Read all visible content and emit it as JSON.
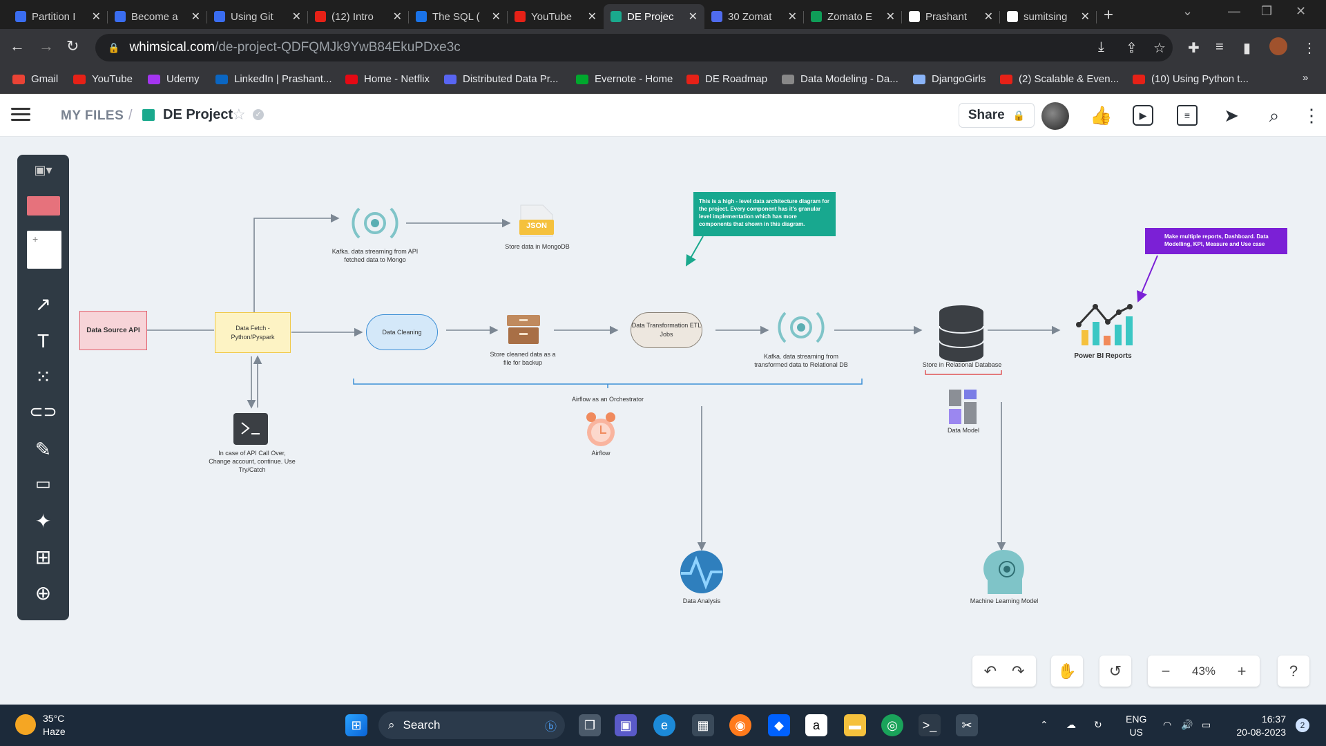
{
  "browser": {
    "tabs": [
      {
        "title": "Partition I",
        "color": "#3a6df0"
      },
      {
        "title": "Become a",
        "color": "#3a6df0"
      },
      {
        "title": "Using Git",
        "color": "#3a6df0"
      },
      {
        "title": "(12) Intro",
        "color": "#e62117"
      },
      {
        "title": "The SQL (",
        "color": "#1a73e8"
      },
      {
        "title": "YouTube",
        "color": "#e62117"
      },
      {
        "title": "DE Projec",
        "color": "#1aa98d"
      },
      {
        "title": "30 Zomat",
        "color": "#4f6bed"
      },
      {
        "title": "Zomato E",
        "color": "#0f9d58"
      },
      {
        "title": "Prashant",
        "color": "#ffffff"
      },
      {
        "title": "sumitsing",
        "color": "#ffffff"
      }
    ],
    "url_host": "whimsical.com",
    "url_path": "/de-project-QDFQMJk9YwB84EkuPDxe3c",
    "bookmarks": [
      {
        "label": "Gmail",
        "color": "#ea4335"
      },
      {
        "label": "YouTube",
        "color": "#e62117"
      },
      {
        "label": "Udemy",
        "color": "#a435f0"
      },
      {
        "label": "LinkedIn | Prashant...",
        "color": "#0a66c2"
      },
      {
        "label": "Home - Netflix",
        "color": "#e50914"
      },
      {
        "label": "Distributed Data Pr...",
        "color": "#5865f2"
      },
      {
        "label": "Evernote - Home",
        "color": "#00a82d"
      },
      {
        "label": "DE Roadmap",
        "color": "#e62117"
      },
      {
        "label": "Data Modeling - Da...",
        "color": "#888888"
      },
      {
        "label": "DjangoGirls",
        "color": "#8ab4f8"
      },
      {
        "label": "(2) Scalable & Even...",
        "color": "#e62117"
      },
      {
        "label": "(10) Using Python t...",
        "color": "#e62117"
      }
    ]
  },
  "app": {
    "crumb_root": "MY FILES",
    "crumb_sep": "/",
    "doc_title": "DE Project",
    "share_label": "Share",
    "zoom": "43%"
  },
  "diagram": {
    "data_source": "Data Source API",
    "data_fetch": "Data Fetch - Python/Pyspark",
    "data_cleaning": "Data Cleaning",
    "transformation": "Data Transformation ETL Jobs",
    "kafka_top": "Kafka. data streaming from API fetched data to Mongo",
    "json_badge": "JSON",
    "mongo_store": "Store data in MongoDB",
    "backup": "Store cleaned data as a file for backup",
    "kafka_mid": "Kafka. data streaming from transformed data to Relational DB",
    "relational_db": "Store in Relational Database",
    "powerbi": "Power BI Reports",
    "orchestrator": "Airflow as an Orchestrator",
    "airflow": "Airflow",
    "api_fallback": "In case of API Call Over, Change account, continue. Use Try/Catch",
    "data_model": "Data Model",
    "data_analysis": "Data Analysis",
    "ml_model": "Machine Learning Model",
    "note_teal": "This is a high - level data architecture diagram for the project. Every component has it's granular level implementation which has more components that shown in this diagram.",
    "note_purple": "Make multiple reports, Dashboard. Data Modelling, KPI, Measure and Use case"
  },
  "taskbar": {
    "temperature": "35°C",
    "weather": "Haze",
    "search": "Search",
    "lang1": "ENG",
    "lang2": "US",
    "time": "16:37",
    "date": "20-08-2023",
    "badge": "2"
  }
}
